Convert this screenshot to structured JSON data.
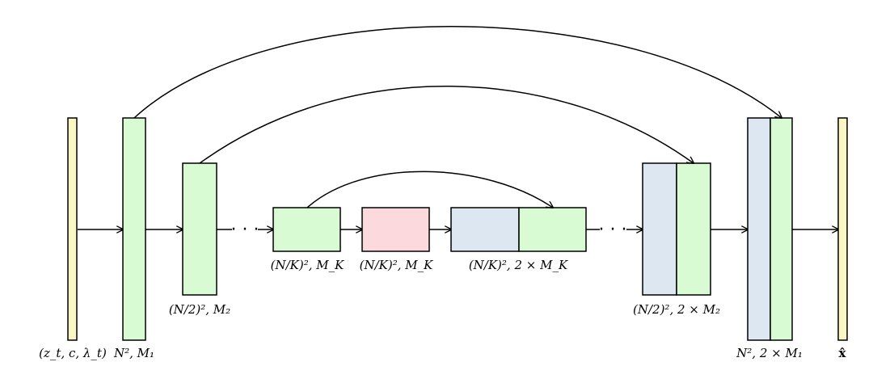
{
  "colors": {
    "input": "#fbf7c4",
    "encoder": "#d8fbd4",
    "bottleneck": "#fcd9dc",
    "skip_copy": "#dce7f2",
    "stroke": "#000000"
  },
  "labels": {
    "input": "(z_t, c, λ_t)",
    "enc1": "N², M₁",
    "enc2": "(N/2)², M₂",
    "encK": "(N/K)², M_K",
    "bottleneck": "(N/K)², M_K",
    "decK": "(N/K)², 2 × M_K",
    "dec2": "(N/2)², 2 × M₂",
    "dec1": "N², 2 × M₁",
    "output": "x̂"
  },
  "ellipsis": "· · ·"
}
